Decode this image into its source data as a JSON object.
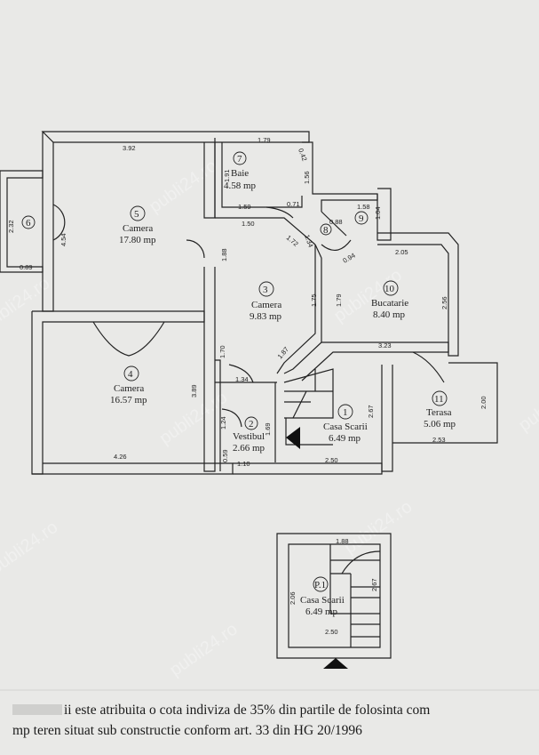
{
  "rooms": [
    {
      "num": "1",
      "name": "Casa Scarii",
      "area": "6.49 mp"
    },
    {
      "num": "2",
      "name": "Vestibul",
      "area": "2.66 mp"
    },
    {
      "num": "3",
      "name": "Camera",
      "area": "9.83 mp"
    },
    {
      "num": "4",
      "name": "Camera",
      "area": "16.57 mp"
    },
    {
      "num": "5",
      "name": "Camera",
      "area": "17.80 mp"
    },
    {
      "num": "6",
      "name": "",
      "area": ""
    },
    {
      "num": "7",
      "name": "Baie",
      "area": "4.58 mp"
    },
    {
      "num": "8",
      "name": "",
      "area": ""
    },
    {
      "num": "9",
      "name": "",
      "area": ""
    },
    {
      "num": "10",
      "name": "Bucatarie",
      "area": "8.40 mp"
    },
    {
      "num": "11",
      "name": "Terasa",
      "area": "5.06 mp"
    },
    {
      "num": "P.1",
      "name": "Casa Scarii",
      "area": "6.49 mp"
    }
  ],
  "dimensions": {
    "d392": "3.92",
    "d179": "1.79",
    "d042": "0.42",
    "d191": "1.91",
    "d156": "1.56",
    "d159": "1.59",
    "d071": "0.71",
    "d232": "2.32",
    "d089": "0.89",
    "d454": "4.54",
    "d150": "1.50",
    "d188": "1.88",
    "d172": "1.72",
    "d134a": "1.34",
    "d088": "0.88",
    "d158": "1.58",
    "d104": "1.04",
    "d094": "0.94",
    "d205": "2.05",
    "d256": "2.56",
    "d175": "1.75",
    "d179b": "1.79",
    "d187": "1.87",
    "d323": "3.23",
    "d170": "1.70",
    "d134b": "1.34",
    "d389": "3.89",
    "d124": "1.24",
    "d169": "1.69",
    "d267": "2.67",
    "d200": "2.00",
    "d253": "2.53",
    "d426": "4.26",
    "d059": "0.59",
    "d110": "1.10",
    "d250": "2.50",
    "p188": "1.88",
    "p206": "2.06",
    "p267": "2.67",
    "p250": "2.50"
  },
  "watermark": "publi24.ro",
  "footer": {
    "line1": "ii este atribuita o cota indiviza de 35% din partile de folosinta com",
    "line2": "mp teren situat sub constructie conform art. 33 din HG 20/1996"
  },
  "colors": {
    "paper": "#e9e9e7",
    "ink": "#222222"
  }
}
